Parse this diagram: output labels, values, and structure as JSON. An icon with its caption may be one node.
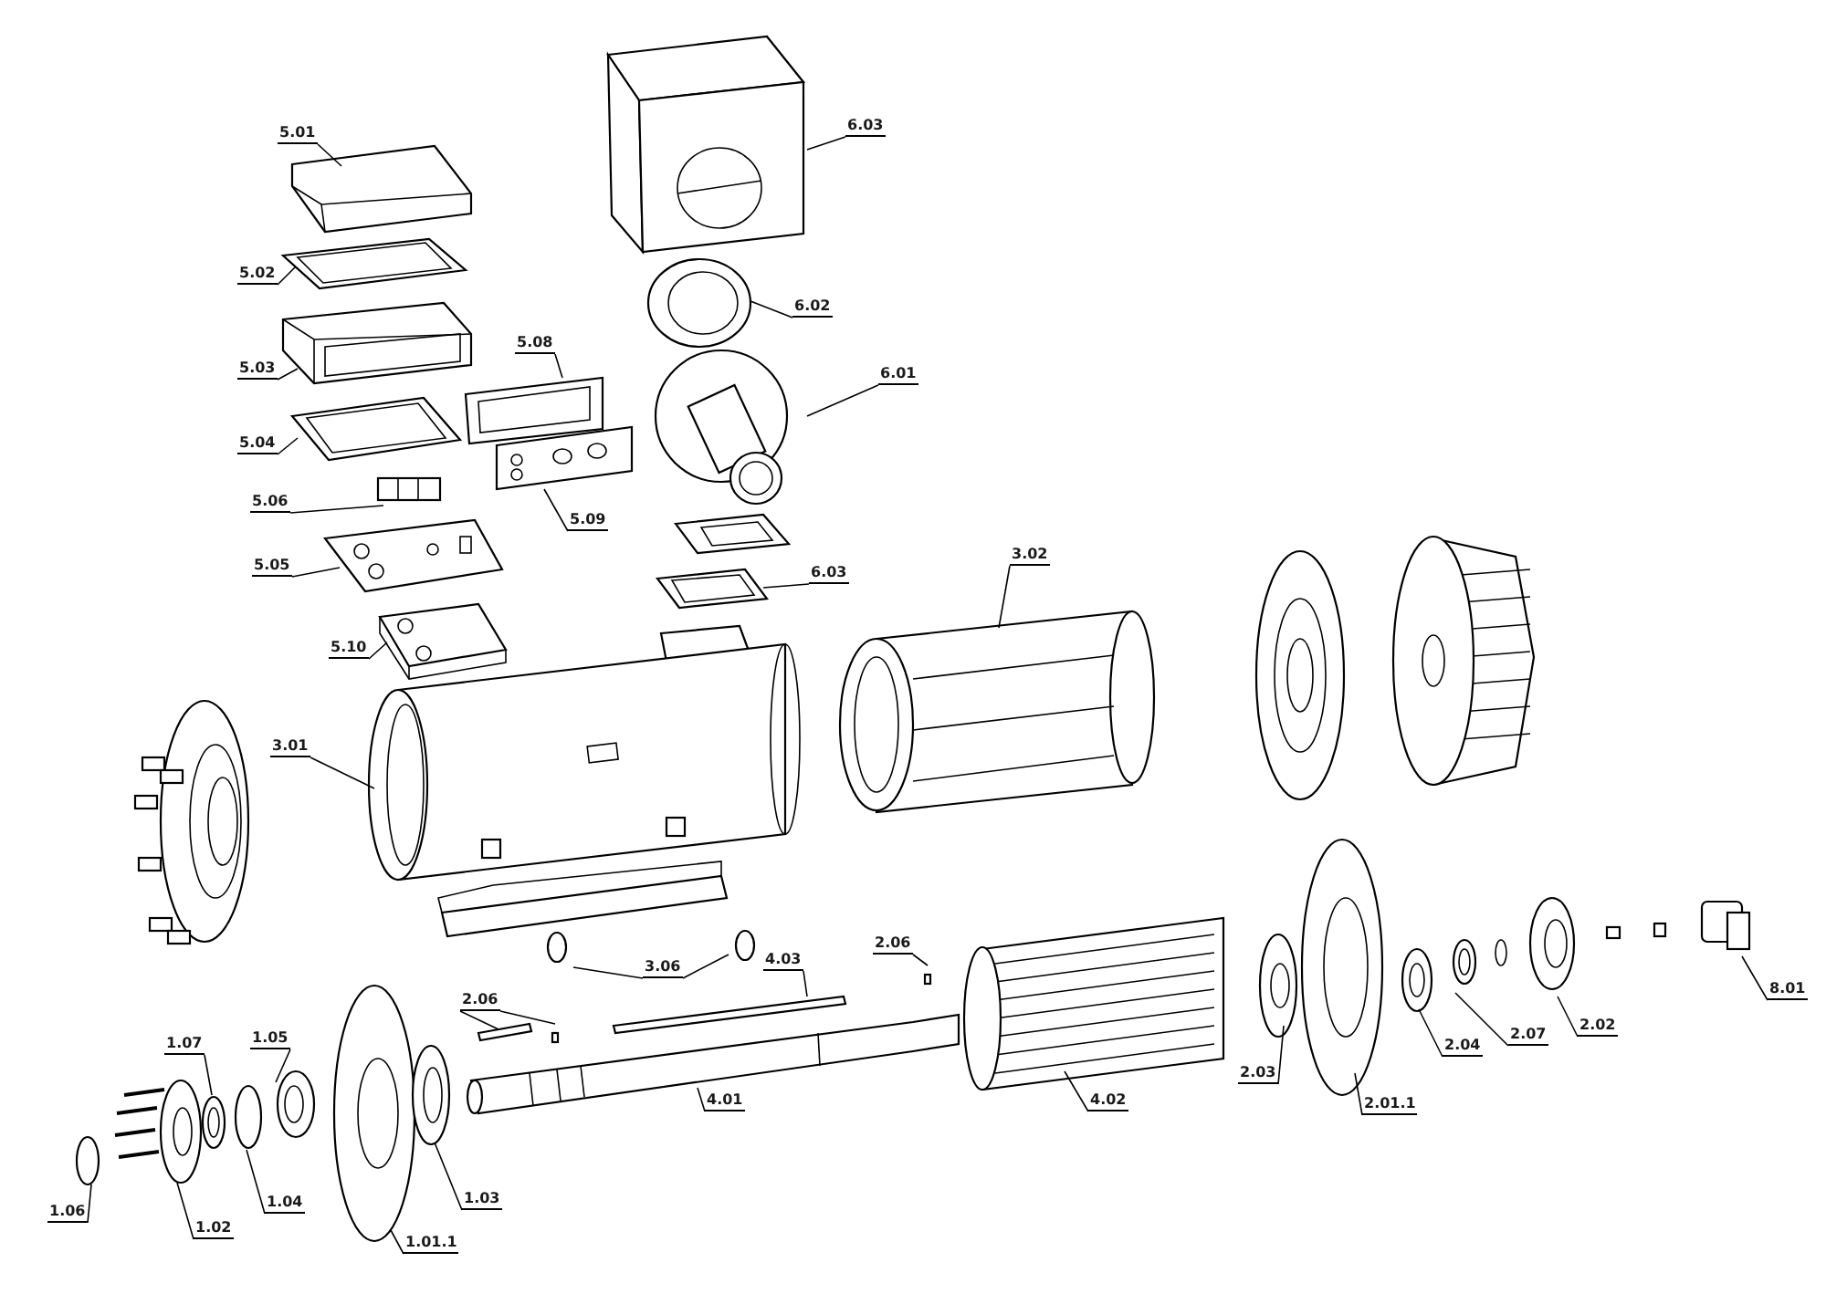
{
  "diagram": {
    "nodes": [
      {
        "text": [
          "5.01"
        ]
      },
      {
        "text": [
          "5.02"
        ]
      },
      {
        "text": [
          "5.03"
        ]
      },
      {
        "text": [
          "5.04"
        ]
      },
      {
        "text": [
          "5.06"
        ]
      },
      {
        "text": [
          "5.05"
        ]
      },
      {
        "text": [
          "5.10"
        ]
      },
      {
        "text": [
          "5.08"
        ]
      },
      {
        "text": [
          "5.09"
        ]
      },
      {
        "text": [
          "6.03"
        ]
      },
      {
        "text": [
          "6.02"
        ]
      },
      {
        "text": [
          "6.01"
        ]
      },
      {
        "text": [
          "6.03"
        ]
      },
      {
        "text": [
          "3.02"
        ]
      },
      {
        "text": [
          "3.01"
        ]
      },
      {
        "text": [
          "3.06"
        ]
      },
      {
        "text": [
          "2.06"
        ]
      },
      {
        "text": [
          "4.03"
        ]
      },
      {
        "text": [
          "2.06"
        ]
      },
      {
        "text": [
          "4.01"
        ]
      },
      {
        "text": [
          "4.02"
        ]
      },
      {
        "text": [
          "2.03"
        ]
      },
      {
        "text": [
          "2.01.1"
        ]
      },
      {
        "text": [
          "2.04"
        ]
      },
      {
        "text": [
          "2.07"
        ]
      },
      {
        "text": [
          "2.02"
        ]
      },
      {
        "text": [
          "8.01"
        ]
      },
      {
        "text": [
          "1.07"
        ]
      },
      {
        "text": [
          "1.05"
        ]
      },
      {
        "text": [
          "1.06"
        ]
      },
      {
        "text": [
          "1.02"
        ]
      },
      {
        "text": [
          "1.04"
        ]
      },
      {
        "text": [
          "1.03"
        ]
      },
      {
        "text": [
          "1.01.1"
        ]
      }
    ],
    "edges": [
      {
        "from": 0,
        "to": null,
        "arrow": "none"
      },
      {
        "from": 1,
        "to": null,
        "arrow": "none"
      },
      {
        "from": 2,
        "to": null,
        "arrow": "none"
      },
      {
        "from": 3,
        "to": null,
        "arrow": "none"
      },
      {
        "from": 4,
        "to": null,
        "arrow": "none"
      },
      {
        "from": 5,
        "to": null,
        "arrow": "none"
      },
      {
        "from": 6,
        "to": null,
        "arrow": "none"
      },
      {
        "from": 7,
        "to": null,
        "arrow": "none"
      },
      {
        "from": 8,
        "to": null,
        "arrow": "none"
      },
      {
        "from": 9,
        "to": null,
        "arrow": "none"
      },
      {
        "from": 10,
        "to": null,
        "arrow": "none"
      },
      {
        "from": 11,
        "to": null,
        "arrow": "none"
      },
      {
        "from": 12,
        "to": null,
        "arrow": "none"
      },
      {
        "from": 13,
        "to": null,
        "arrow": "none"
      },
      {
        "from": 14,
        "to": null,
        "arrow": "none"
      },
      {
        "from": 15,
        "to": null,
        "arrow": "none"
      },
      {
        "from": 15,
        "to": null,
        "arrow": "none"
      },
      {
        "from": 16,
        "to": null,
        "arrow": "none"
      },
      {
        "from": 16,
        "to": null,
        "arrow": "none"
      },
      {
        "from": 17,
        "to": null,
        "arrow": "none"
      },
      {
        "from": 18,
        "to": null,
        "arrow": "none"
      },
      {
        "from": 19,
        "to": null,
        "arrow": "none"
      },
      {
        "from": 20,
        "to": null,
        "arrow": "none"
      },
      {
        "from": 21,
        "to": null,
        "arrow": "none"
      },
      {
        "from": 22,
        "to": null,
        "arrow": "none"
      },
      {
        "from": 23,
        "to": null,
        "arrow": "none"
      },
      {
        "from": 24,
        "to": null,
        "arrow": "none"
      },
      {
        "from": 25,
        "to": null,
        "arrow": "none"
      },
      {
        "from": 26,
        "to": null,
        "arrow": "none"
      },
      {
        "from": 27,
        "to": null,
        "arrow": "none"
      },
      {
        "from": 28,
        "to": null,
        "arrow": "none"
      },
      {
        "from": 29,
        "to": null,
        "arrow": "none"
      },
      {
        "from": 30,
        "to": null,
        "arrow": "none"
      },
      {
        "from": 31,
        "to": null,
        "arrow": "none"
      },
      {
        "from": 32,
        "to": null,
        "arrow": "none"
      },
      {
        "from": 33,
        "to": null,
        "arrow": "none"
      }
    ]
  }
}
